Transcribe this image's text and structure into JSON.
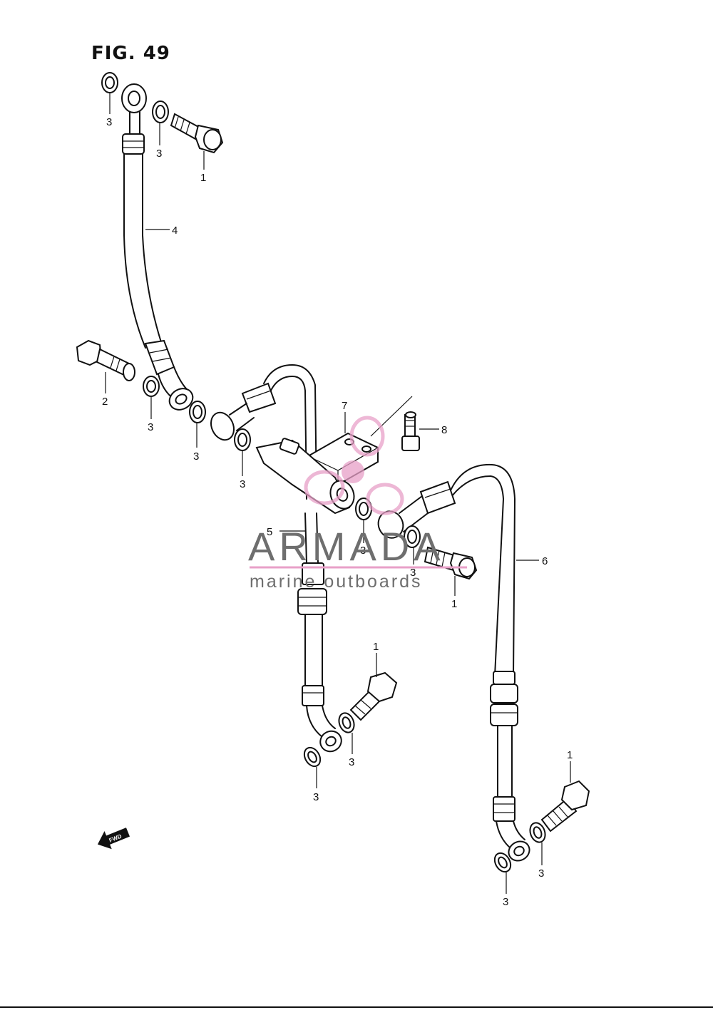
{
  "figure": {
    "title": "FIG. 49"
  },
  "callouts": [
    {
      "id": "c3a",
      "text": "3"
    },
    {
      "id": "c3b",
      "text": "3"
    },
    {
      "id": "c1a",
      "text": "1"
    },
    {
      "id": "c4",
      "text": "4"
    },
    {
      "id": "c2",
      "text": "2"
    },
    {
      "id": "c3c",
      "text": "3"
    },
    {
      "id": "c3d",
      "text": "3"
    },
    {
      "id": "c7",
      "text": "7"
    },
    {
      "id": "c8",
      "text": "8"
    },
    {
      "id": "c3e",
      "text": "3"
    },
    {
      "id": "c5",
      "text": "5"
    },
    {
      "id": "c3f",
      "text": "3"
    },
    {
      "id": "c3g",
      "text": "3"
    },
    {
      "id": "c1b",
      "text": "1"
    },
    {
      "id": "c6",
      "text": "6"
    },
    {
      "id": "c1c",
      "text": "1"
    },
    {
      "id": "c3h",
      "text": "3"
    },
    {
      "id": "c3i",
      "text": "3"
    },
    {
      "id": "c1d",
      "text": "1"
    },
    {
      "id": "c3j",
      "text": "3"
    },
    {
      "id": "c3k",
      "text": "3"
    }
  ],
  "badge": {
    "text": "FWD"
  },
  "watermark": {
    "brand": "ARMADA",
    "tagline": "marine outboards",
    "accent": "#e8a0c8",
    "text_color": "#6e6e6e"
  }
}
